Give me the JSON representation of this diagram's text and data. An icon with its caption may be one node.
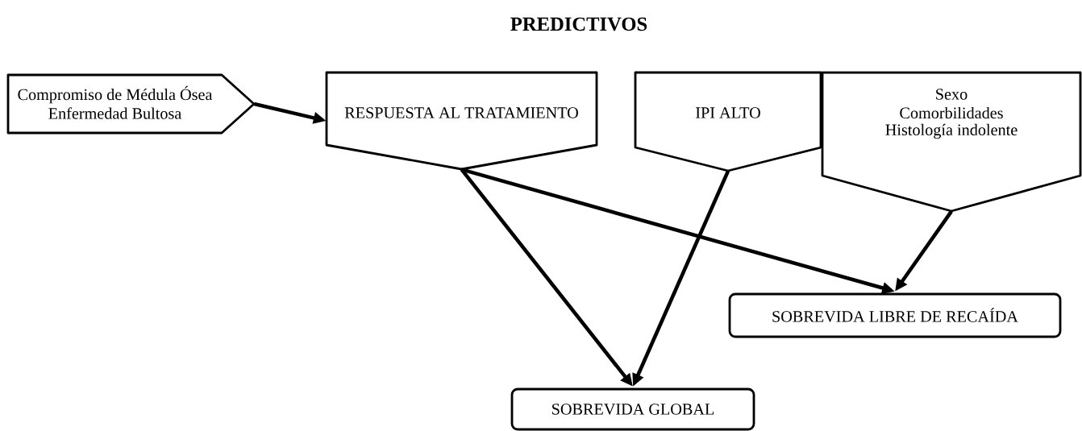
{
  "diagram": {
    "title": "PREDICTIVOS",
    "nodes": [
      {
        "text": [
          "Compromiso de Médula Ósea",
          "Enfermedad Bultosa"
        ]
      },
      {
        "text": [
          "RESPUESTA AL TRATAMIENTO"
        ]
      },
      {
        "text": [
          "IPI ALTO"
        ]
      },
      {
        "text": [
          "Sexo",
          "Comorbilidades",
          "Histología indolente"
        ]
      },
      {
        "text": [
          "SOBREVIDA LIBRE DE RECAÍDA"
        ]
      },
      {
        "text": [
          "SOBREVIDA GLOBAL"
        ]
      }
    ],
    "edges": [
      {
        "from": 0,
        "to": 1,
        "arrow": "to"
      },
      {
        "from": 1,
        "to": 5,
        "arrow": "to"
      },
      {
        "from": 2,
        "to": 5,
        "arrow": "to"
      },
      {
        "from": 1,
        "to": 4,
        "arrow": "to"
      },
      {
        "from": 3,
        "to": 4,
        "arrow": "to"
      }
    ]
  }
}
